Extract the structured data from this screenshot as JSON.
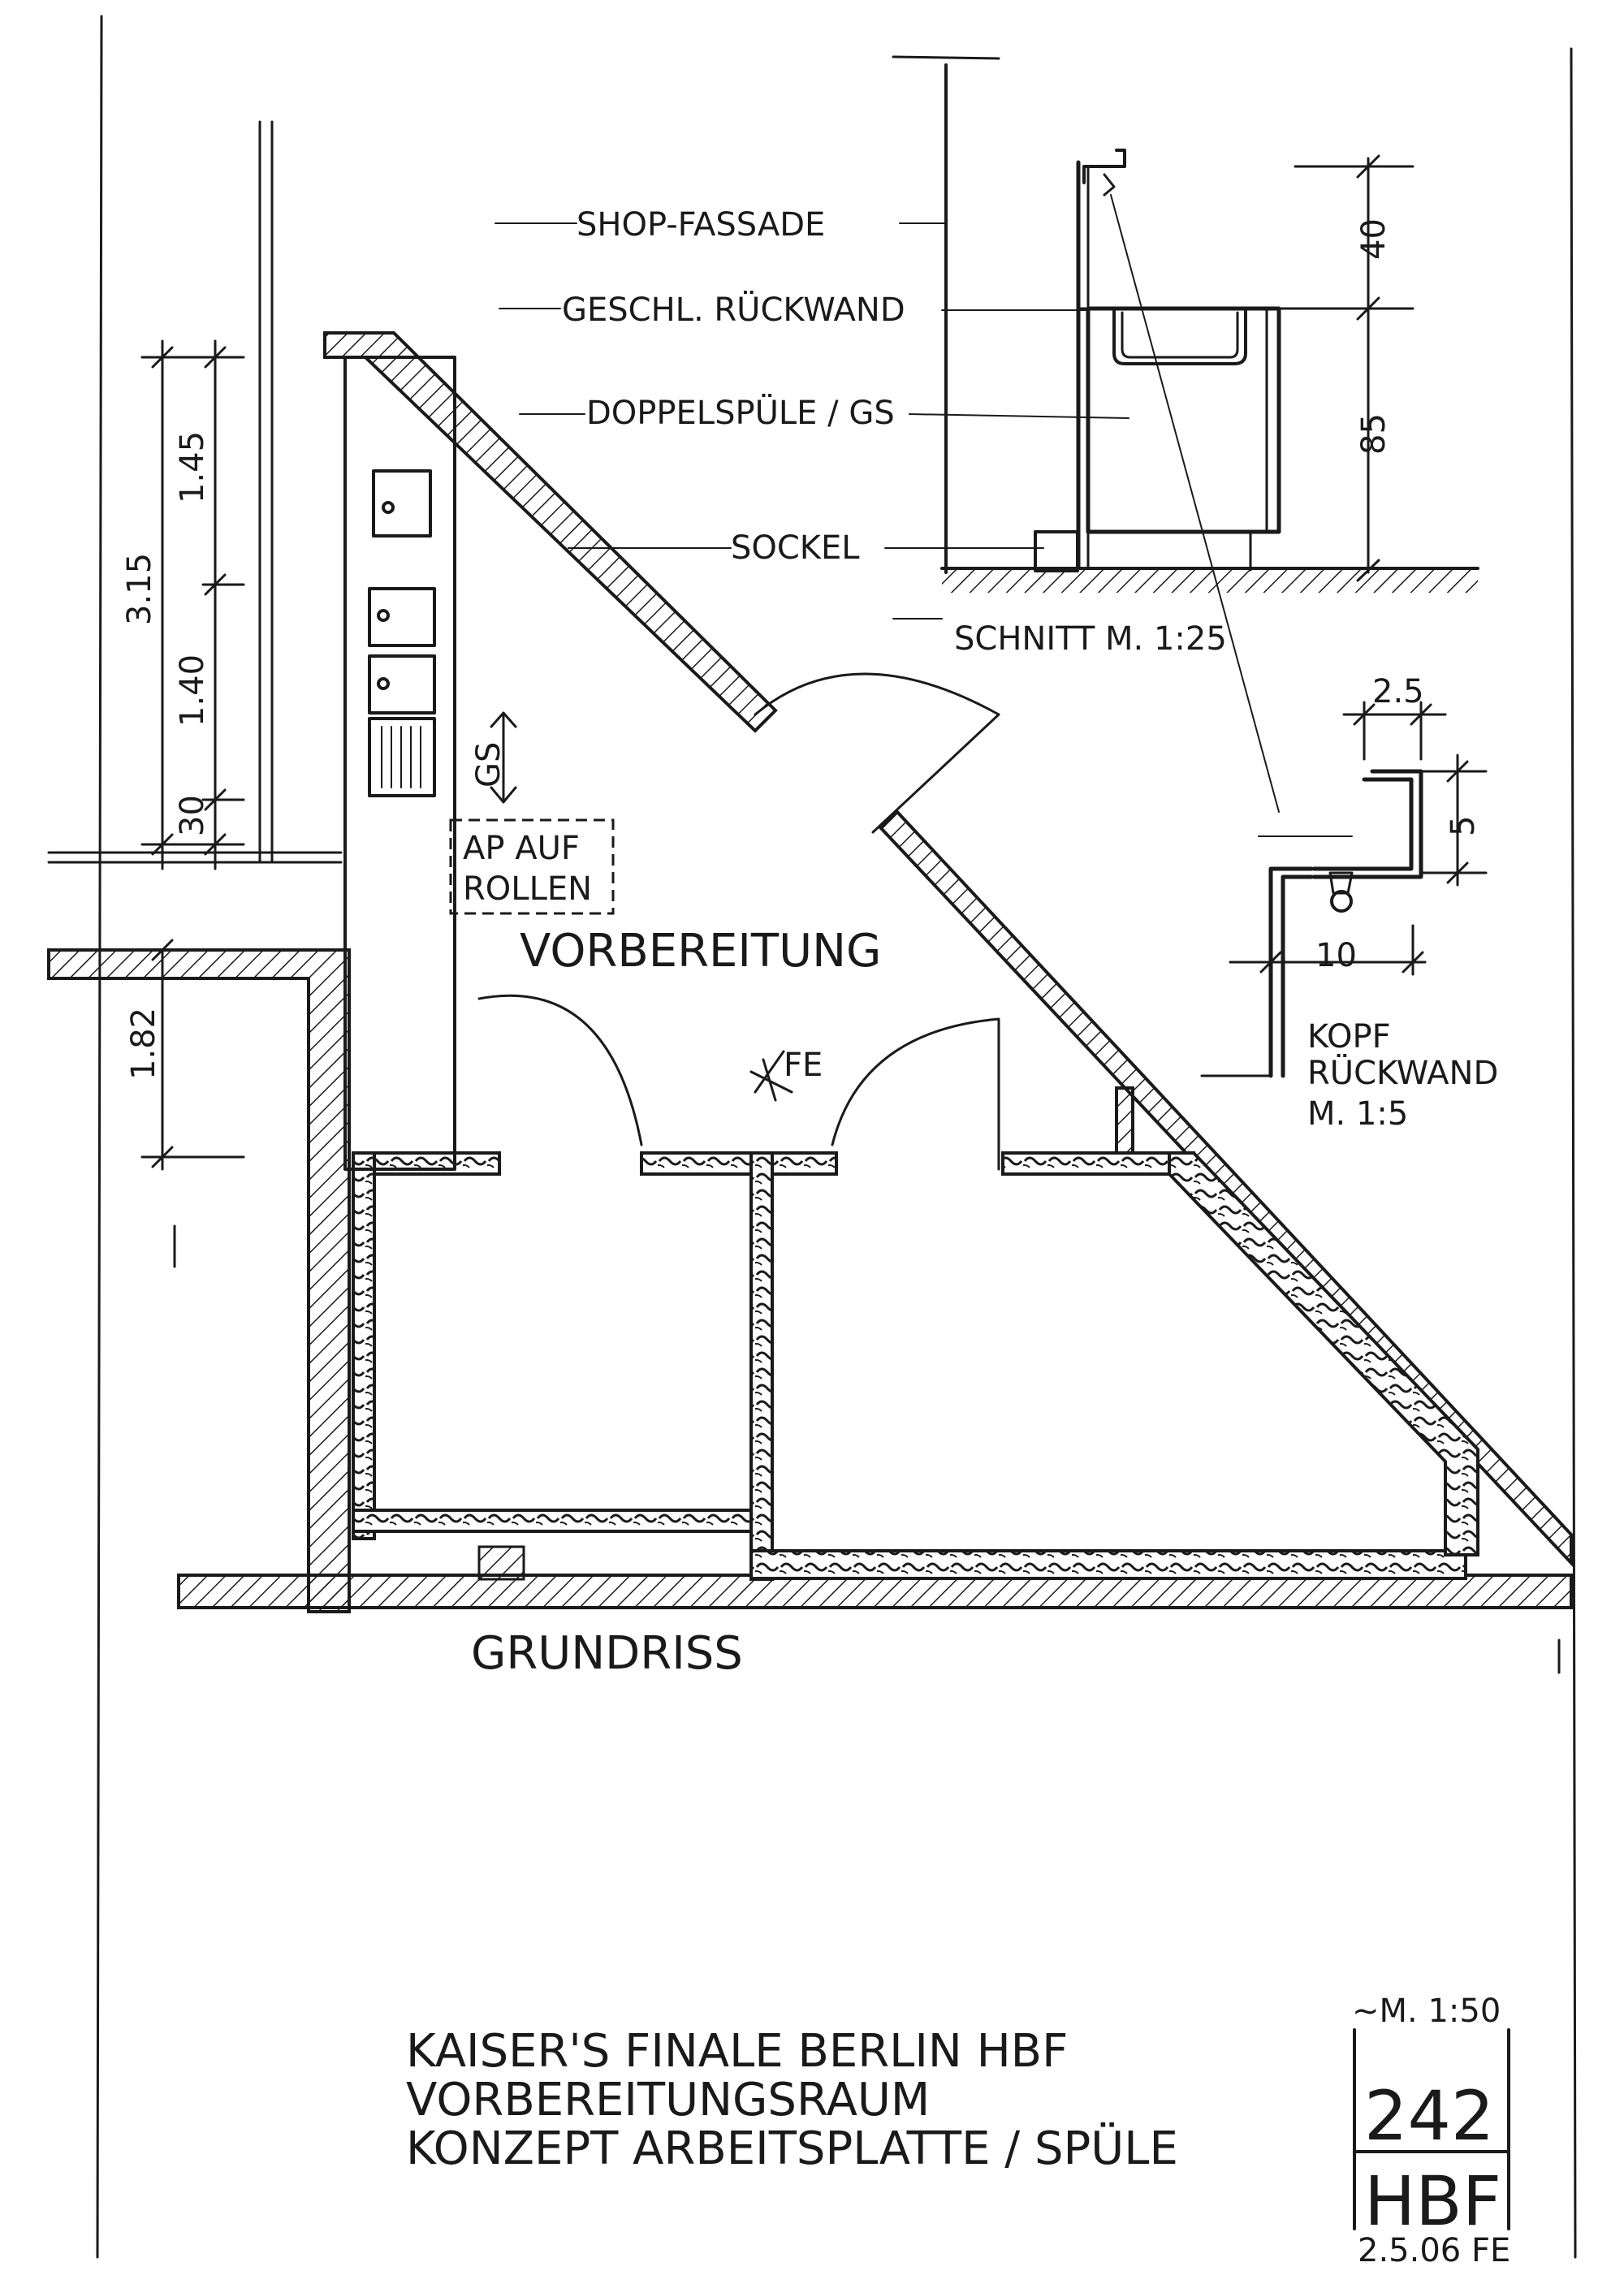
{
  "section": {
    "labels": {
      "facade": "SHOP-FASSADE",
      "back_wall": "GESCHL. RÜCKWAND",
      "sink": "DOPPELSPÜLE / GS",
      "plinth": "SOCKEL"
    },
    "dims": {
      "top": "40",
      "height": "85"
    },
    "title": "SCHNITT M. 1:25"
  },
  "detail": {
    "dims": {
      "width_top": "2.5",
      "side": "5",
      "width": "10"
    },
    "title_line1": "KOPF",
    "title_line2": "RÜCKWAND",
    "title_line3": "M. 1:5"
  },
  "plan": {
    "dims": {
      "overall": "3.15",
      "upper": "1.45",
      "mid": "1.40",
      "low": "30",
      "lower": "1.82"
    },
    "labels": {
      "gs": "GS",
      "ap_line1": "AP AUF",
      "ap_line2": "ROLLEN",
      "room": "VORBEREITUNG",
      "fe": "FE"
    },
    "title": "GRUNDRISS"
  },
  "title_block": {
    "line1": "KAISER'S FINALE BERLIN HBF",
    "line2": "VORBEREITUNGSRAUM",
    "line3": "KONZEPT ARBEITSPLATTE / SPÜLE",
    "scale": "~M. 1:50",
    "number": "242",
    "code": "HBF",
    "date": "2.5.06 FE"
  }
}
